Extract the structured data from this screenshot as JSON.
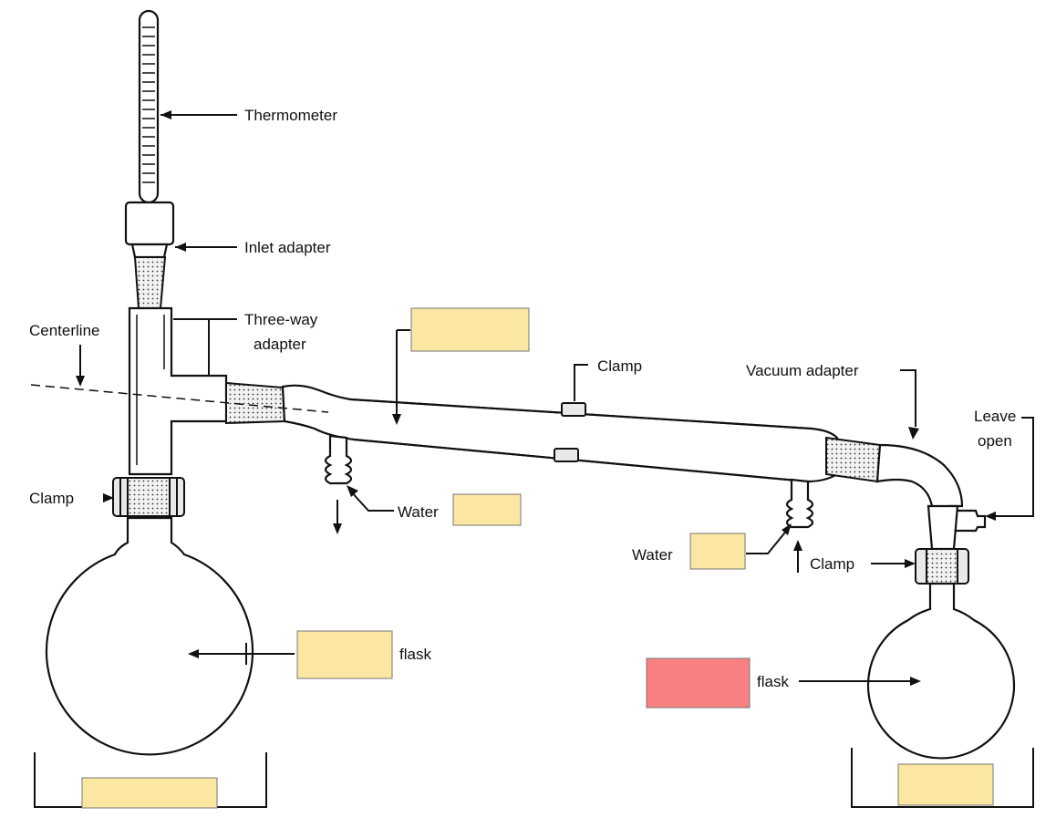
{
  "labels": {
    "thermometer": "Thermometer",
    "inlet_adapter": "Inlet adapter",
    "centerline": "Centerline",
    "three_way_line1": "Three-way",
    "three_way_line2": "adapter",
    "clamp_top": "Clamp",
    "vacuum_adapter": "Vacuum adapter",
    "leave_open_line1": "Leave",
    "leave_open_line2": "open",
    "clamp_left": "Clamp",
    "water_out": "Water",
    "water_in": "Water",
    "clamp_right": "Clamp",
    "flask_left": "flask",
    "flask_right": "flask"
  },
  "blank_boxes": {
    "condenser": "",
    "water_out": "",
    "water_in": "",
    "flask_left": "",
    "flask_right": "",
    "heat_left": "",
    "heat_right": ""
  },
  "colors": {
    "blank_box": "#FBE6A2",
    "highlighted_box": "#F88080",
    "ink": "#111111"
  }
}
